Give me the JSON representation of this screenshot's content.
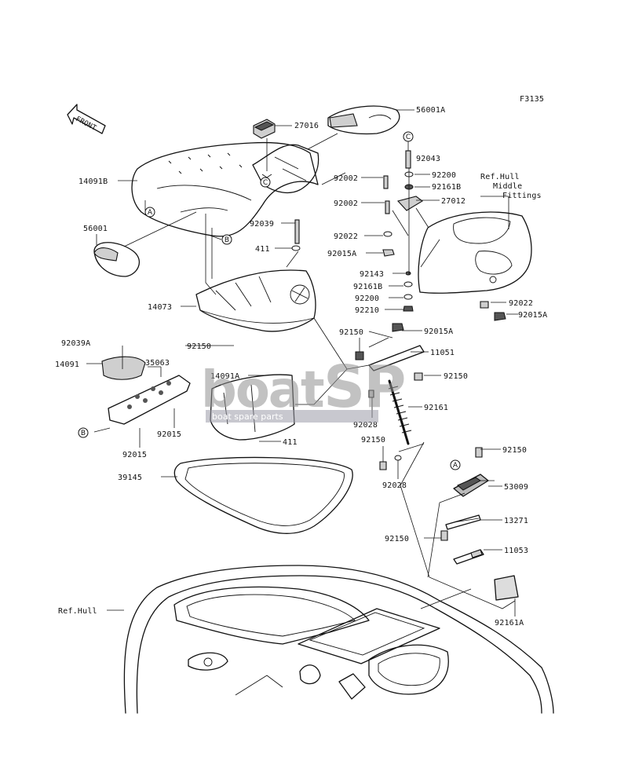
{
  "figure_code": "F3135",
  "front_arrow": "FRONT",
  "parts": [
    {
      "id": "p56001A",
      "label": "56001A"
    },
    {
      "id": "p27016",
      "label": "27016"
    },
    {
      "id": "p14091B",
      "label": "14091B"
    },
    {
      "id": "p56001",
      "label": "56001"
    },
    {
      "id": "p92043",
      "label": "92043"
    },
    {
      "id": "p92200a",
      "label": "92200"
    },
    {
      "id": "p92161Ba",
      "label": "92161B"
    },
    {
      "id": "p92002a",
      "label": "92002"
    },
    {
      "id": "p92002b",
      "label": "92002"
    },
    {
      "id": "p27012",
      "label": "27012"
    },
    {
      "id": "p92039",
      "label": "92039"
    },
    {
      "id": "p411a",
      "label": "411"
    },
    {
      "id": "p92022a",
      "label": "92022"
    },
    {
      "id": "p92015Aa",
      "label": "92015A"
    },
    {
      "id": "p92143",
      "label": "92143"
    },
    {
      "id": "p92161Bb",
      "label": "92161B"
    },
    {
      "id": "p92200b",
      "label": "92200"
    },
    {
      "id": "p92210",
      "label": "92210"
    },
    {
      "id": "p92022b",
      "label": "92022"
    },
    {
      "id": "p92015Ab",
      "label": "92015A"
    },
    {
      "id": "p14073",
      "label": "14073"
    },
    {
      "id": "p92039A",
      "label": "92039A"
    },
    {
      "id": "p35063",
      "label": "35063"
    },
    {
      "id": "p14091",
      "label": "14091"
    },
    {
      "id": "p92150a",
      "label": "92150"
    },
    {
      "id": "p92150b",
      "label": "92150"
    },
    {
      "id": "p92015Ac",
      "label": "92015A"
    },
    {
      "id": "p11051",
      "label": "11051"
    },
    {
      "id": "p92150c",
      "label": "92150"
    },
    {
      "id": "p14091A",
      "label": "14091A"
    },
    {
      "id": "p92161",
      "label": "92161"
    },
    {
      "id": "p92028a",
      "label": "92028"
    },
    {
      "id": "p92015a",
      "label": "92015"
    },
    {
      "id": "p92015b",
      "label": "92015"
    },
    {
      "id": "p411b",
      "label": "411"
    },
    {
      "id": "p92150d",
      "label": "92150"
    },
    {
      "id": "p92028b",
      "label": "92028"
    },
    {
      "id": "p92150e",
      "label": "92150"
    },
    {
      "id": "p53009",
      "label": "53009"
    },
    {
      "id": "p39145",
      "label": "39145"
    },
    {
      "id": "p13271",
      "label": "13271"
    },
    {
      "id": "p92150f",
      "label": "92150"
    },
    {
      "id": "p11053",
      "label": "11053"
    },
    {
      "id": "p92161A",
      "label": "92161A"
    }
  ],
  "references": [
    {
      "id": "ref_hull_mid_1",
      "label": "Ref.Hull"
    },
    {
      "id": "ref_hull_mid_2",
      "label": "Middle"
    },
    {
      "id": "ref_hull_mid_3",
      "label": "Fittings"
    },
    {
      "id": "ref_hull",
      "label": "Ref.Hull"
    }
  ],
  "markers": {
    "A": "A",
    "B": "B",
    "C": "C"
  },
  "watermark": {
    "brand_1": "boat",
    "brand_2": "SP",
    "tagline": "boat spare parts"
  },
  "colors": {
    "line": "#111111",
    "watermark": "#8f8f8f",
    "watermark_band": "#9a9aa8"
  }
}
